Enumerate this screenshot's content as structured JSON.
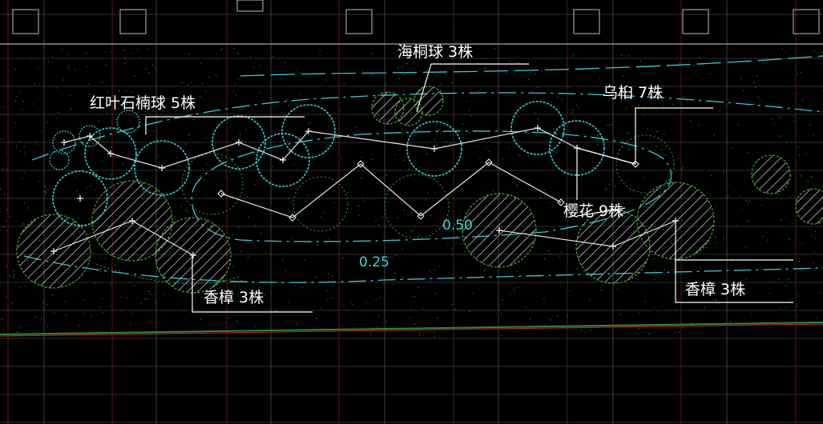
{
  "drawing": {
    "background": "#000000",
    "colors": {
      "grid": "#c0c0c0",
      "grid_red": "#c02a2a",
      "contour": "#38c8d0",
      "tree_cyan": "#39d0d0",
      "tree_green": "#44b030",
      "leader": "#ffffff",
      "road_red": "#c02020",
      "road_green": "#2a8a2a"
    },
    "labels": {
      "hongye": "红叶石楠球 5株",
      "haitong": "海桐球 3株",
      "wujiu": "乌桕 7株",
      "yinghua": "樱花 9株",
      "xiangzhang_left": "香樟 3株",
      "xiangzhang_right": "香樟 3株"
    },
    "contours": {
      "inner": "0.50",
      "outer": "0.25"
    }
  }
}
